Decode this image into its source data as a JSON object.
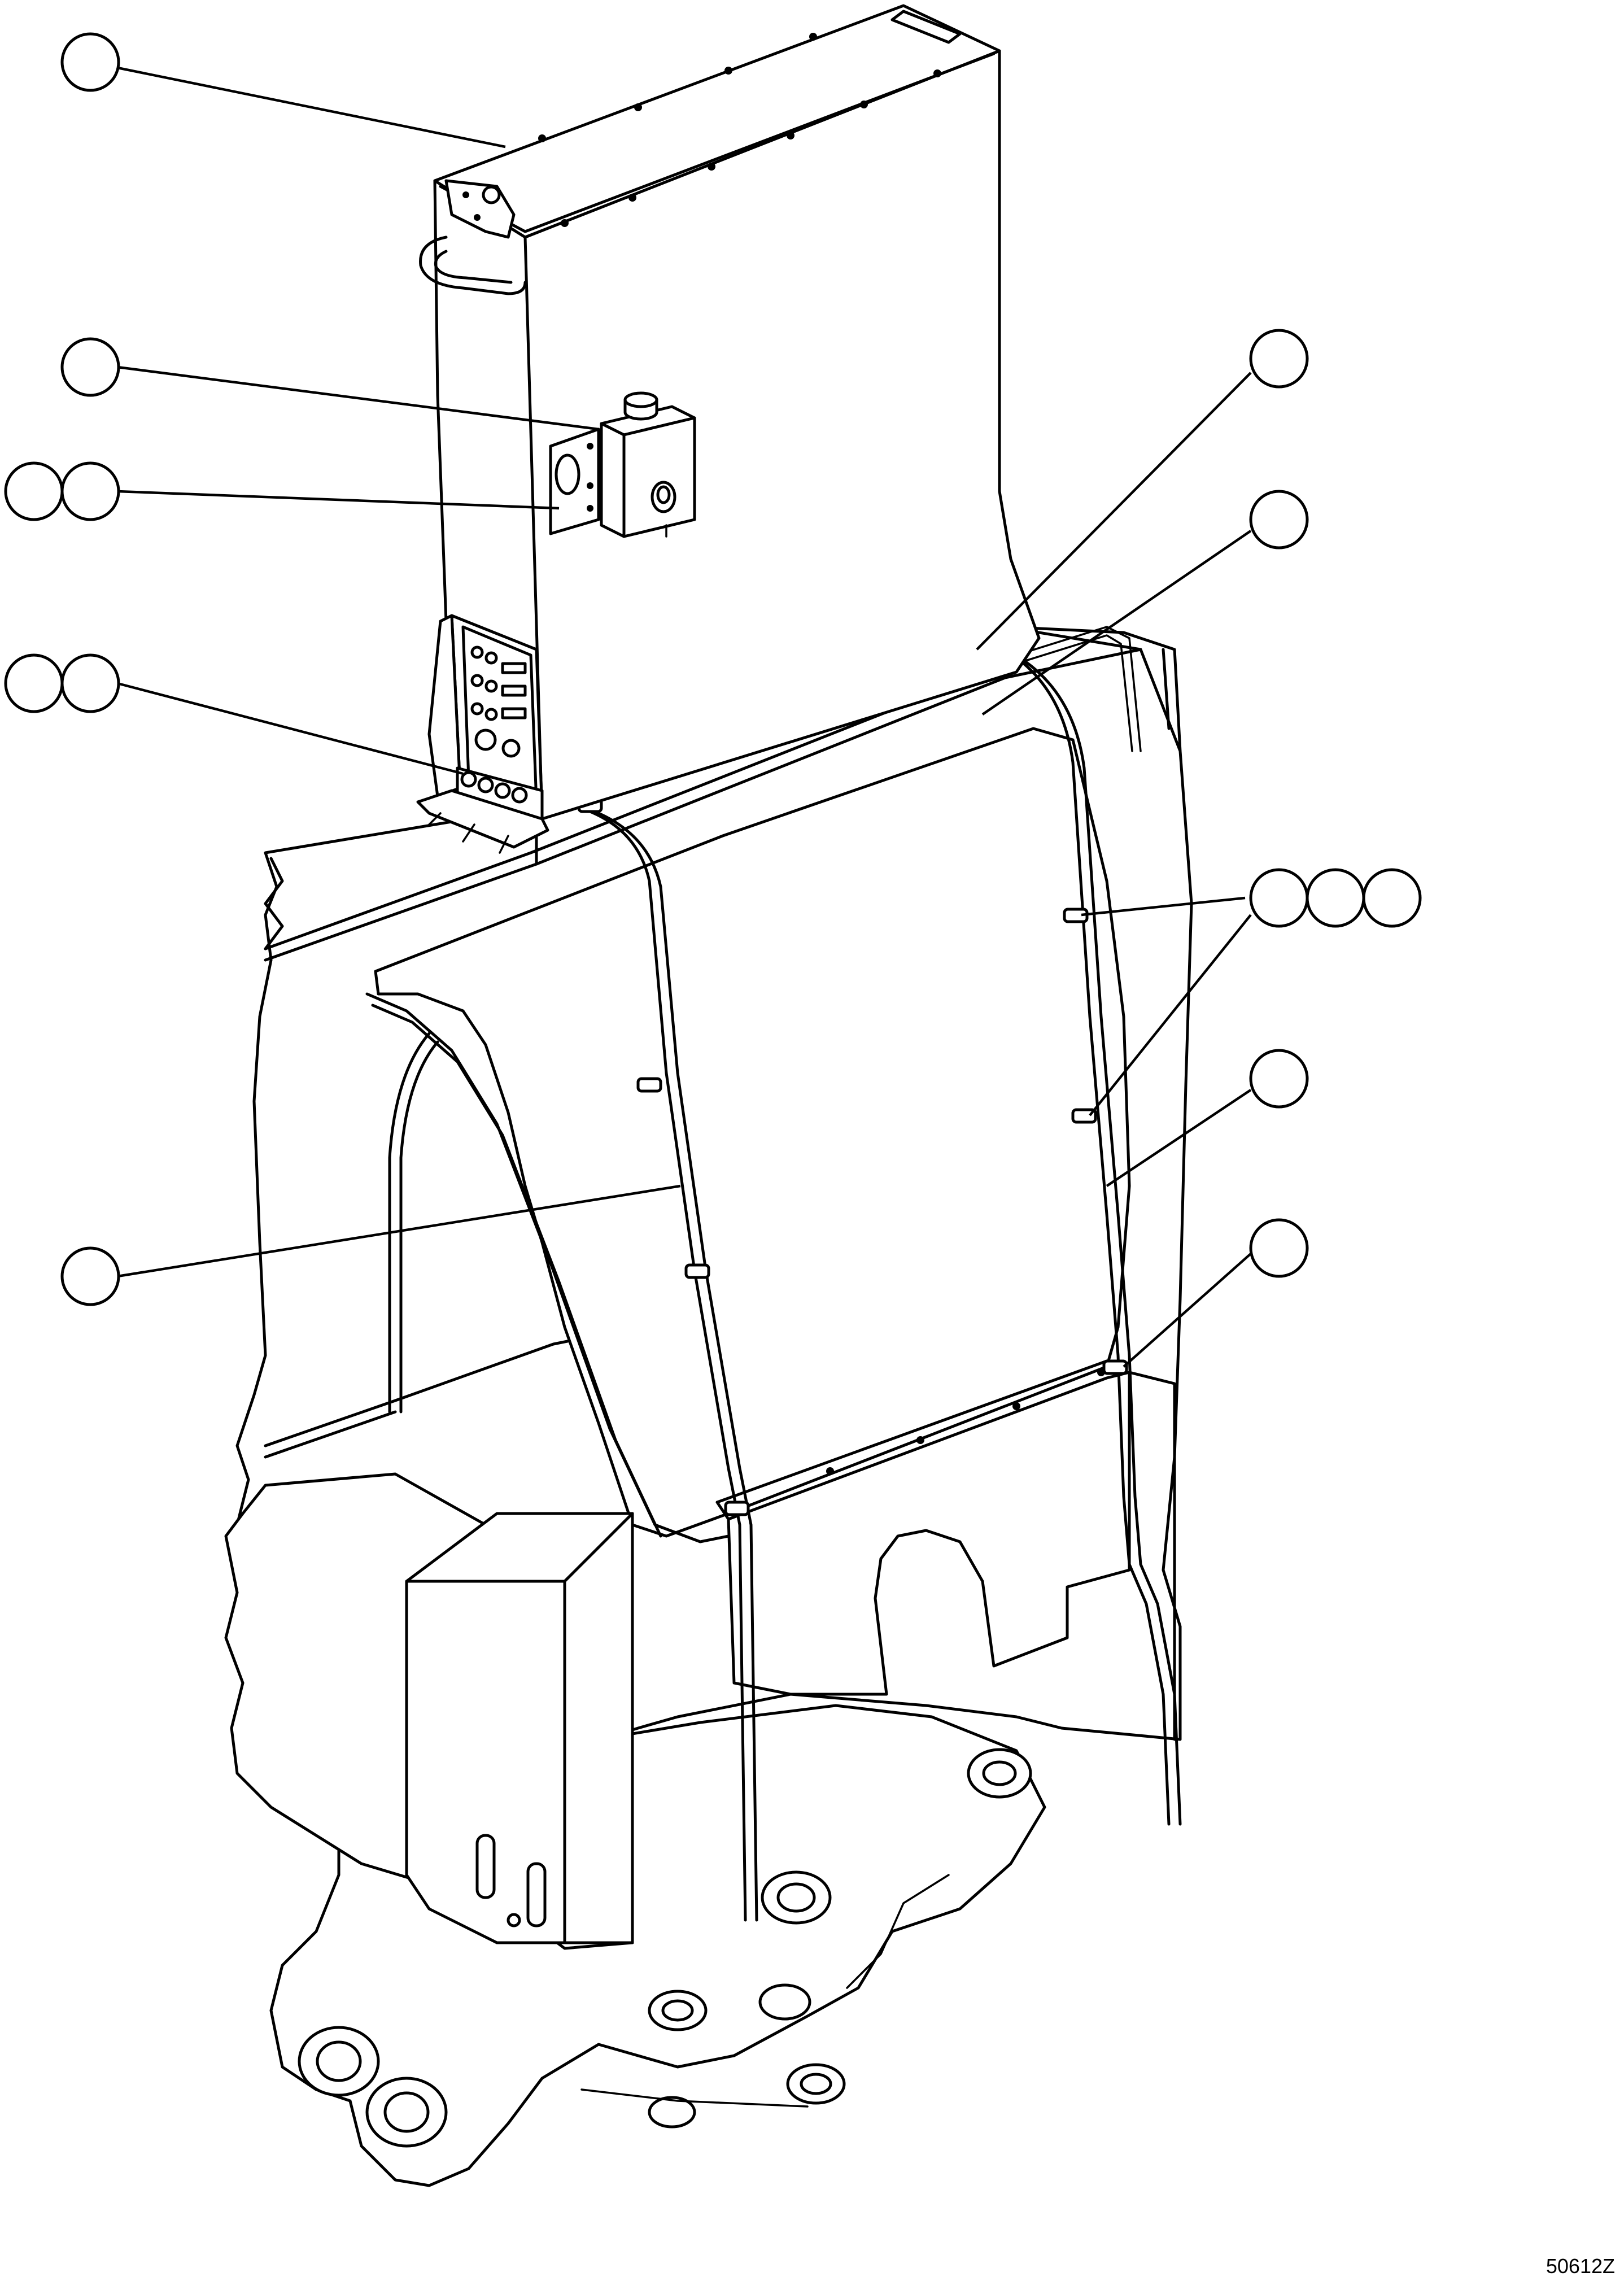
{
  "drawing": {
    "reference_code": "50612Z"
  },
  "callouts": [
    {
      "name": "callout-upper-box",
      "count": 1
    },
    {
      "name": "callout-junction-box",
      "count": 1
    },
    {
      "name": "callout-junction-box-hardware",
      "count": 2
    },
    {
      "name": "callout-control-panel",
      "count": 2
    },
    {
      "name": "callout-top-clip",
      "count": 1
    },
    {
      "name": "callout-top-line",
      "count": 1
    },
    {
      "name": "callout-clips",
      "count": 3
    },
    {
      "name": "callout-right-line",
      "count": 1
    },
    {
      "name": "callout-lower-clip",
      "count": 1
    },
    {
      "name": "callout-left-line",
      "count": 1
    }
  ]
}
